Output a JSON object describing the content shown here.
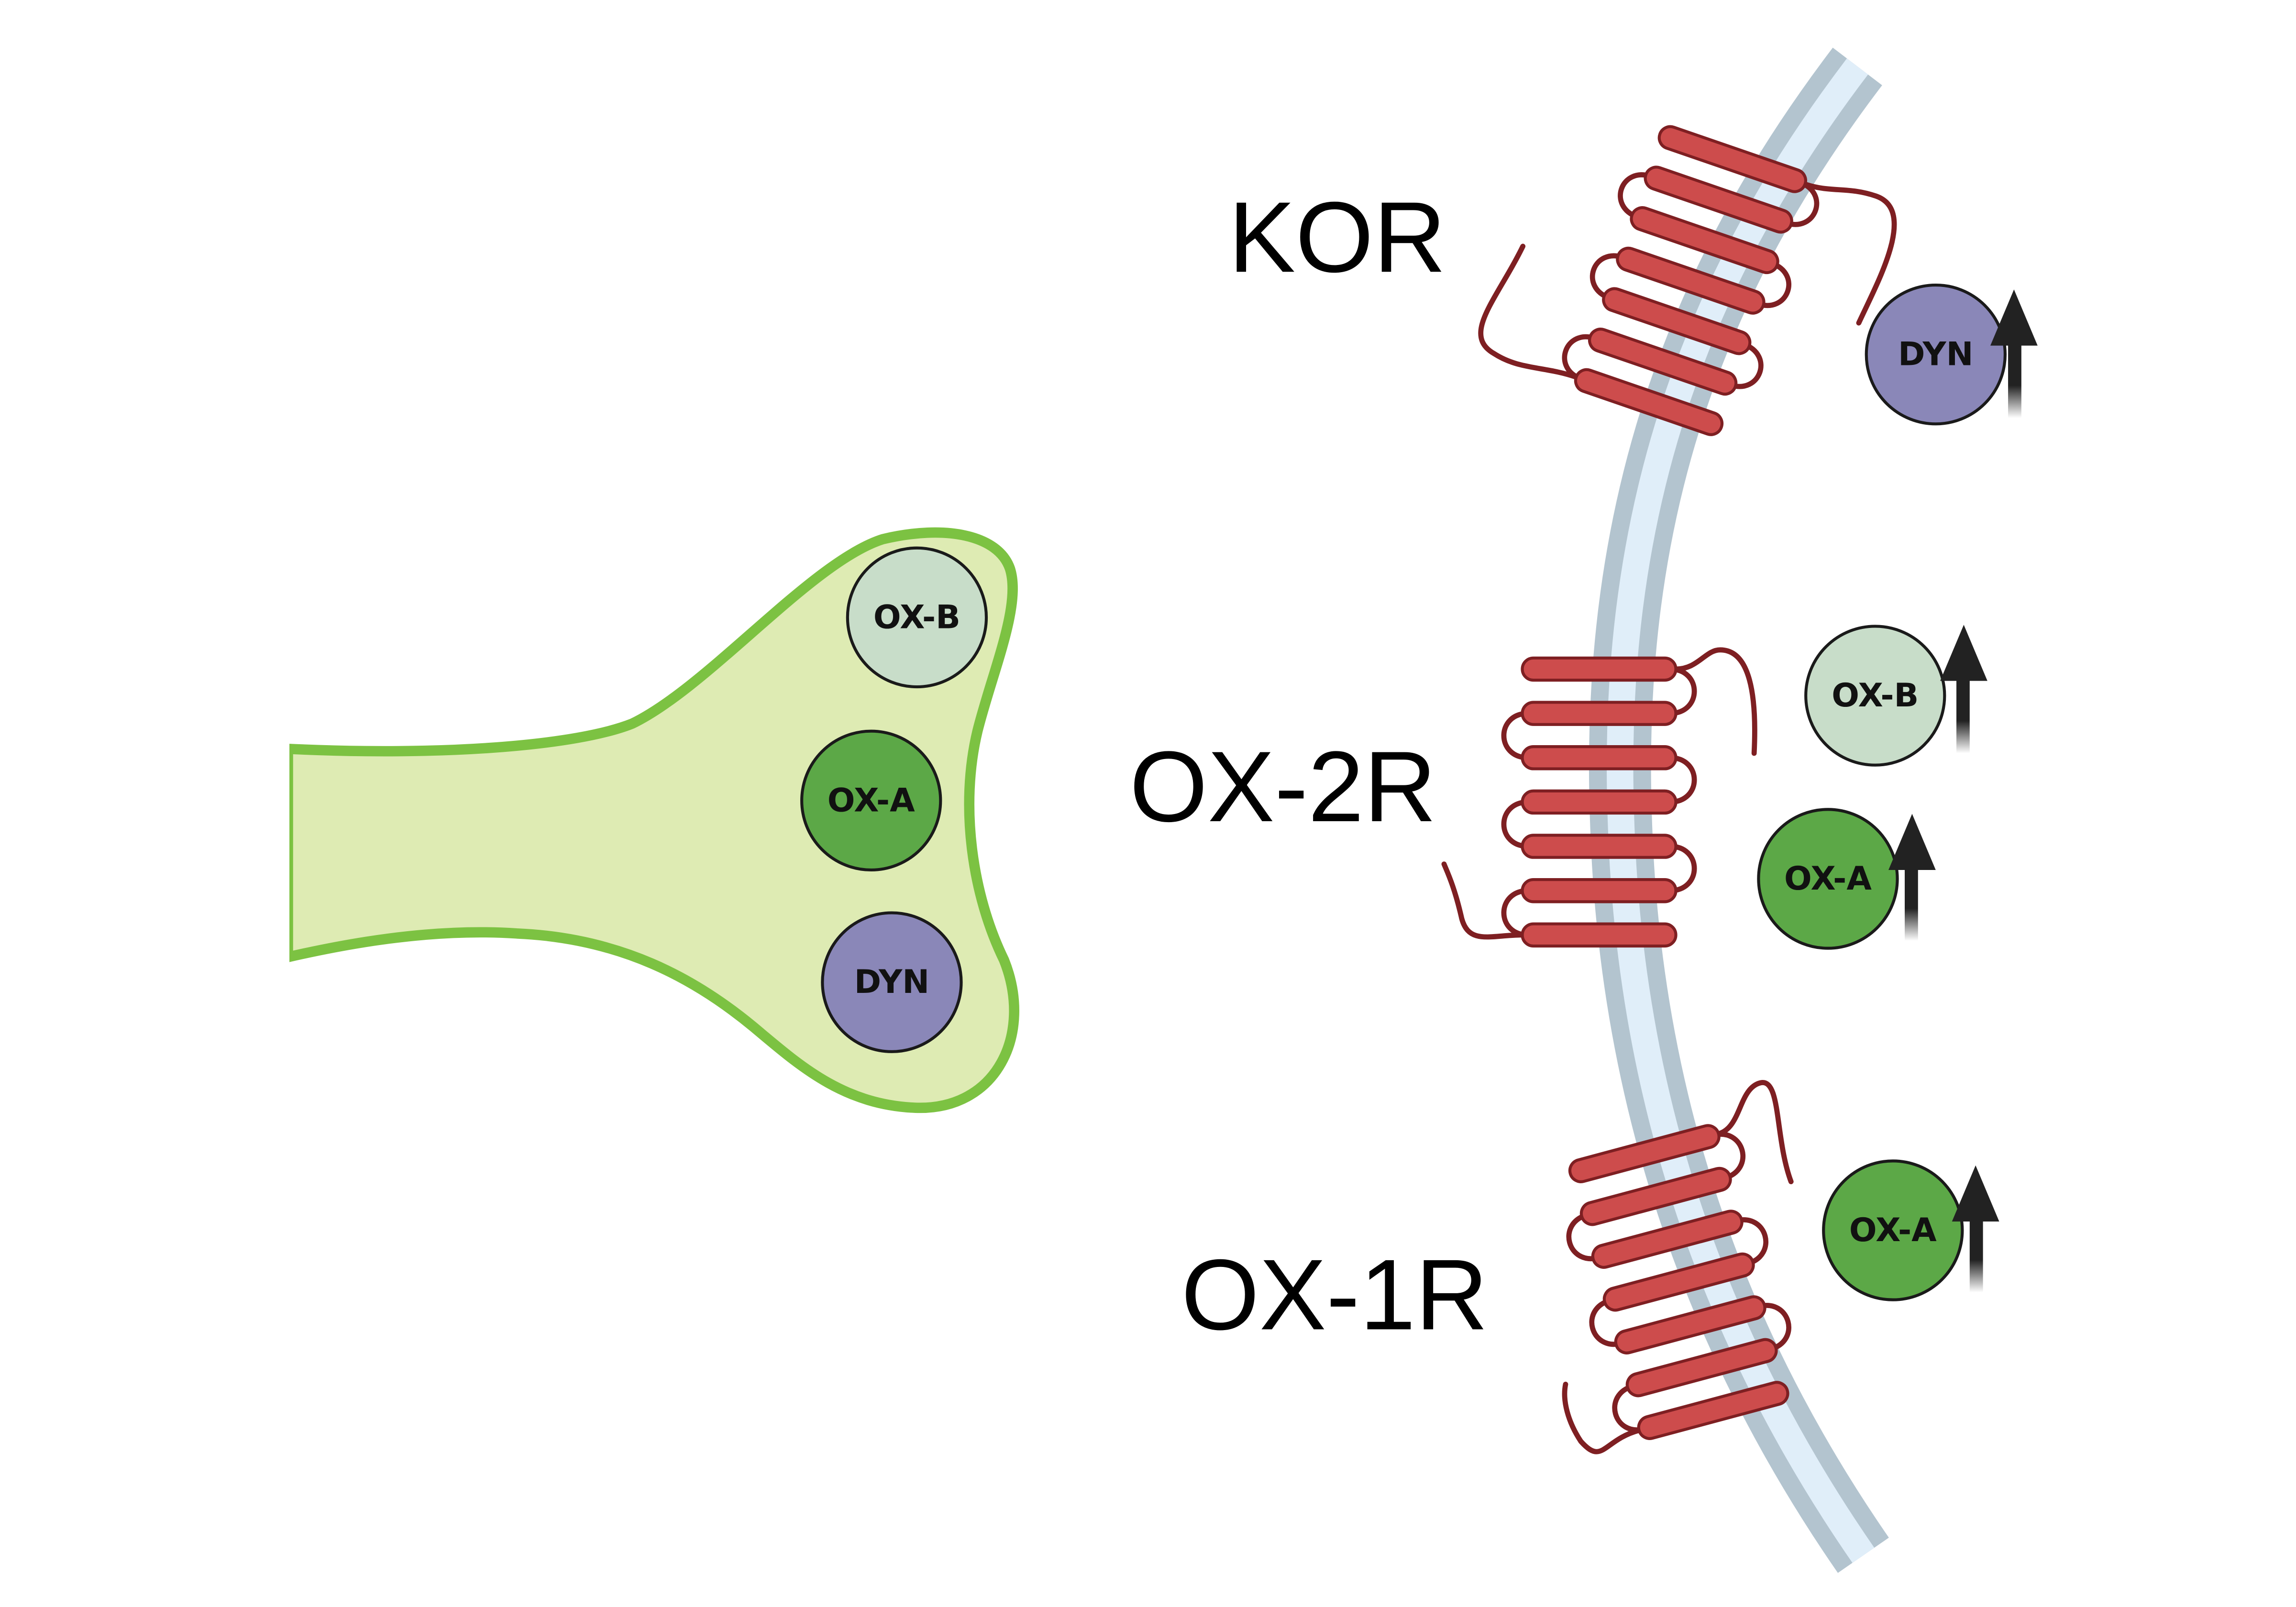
{
  "receptors": {
    "kor": "KOR",
    "ox2r": "OX-2R",
    "ox1r": "OX-1R"
  },
  "terminal_vesicles": {
    "oxb": "OX-B",
    "oxa": "OX-A",
    "dyn": "DYN"
  },
  "released": {
    "dyn": "DYN",
    "oxb": "OX-B",
    "oxa_1": "OX-A",
    "oxa_2": "OX-A"
  },
  "colors": {
    "terminal_fill": "#deebb3",
    "terminal_stroke": "#7cc242",
    "membrane_outer": "#b3c4cf",
    "membrane_inner": "#e0eef9",
    "helix_fill": "#cd4c4c",
    "helix_stroke": "#7e1f22",
    "oxa": "#5ca847",
    "oxb": "#c8ddc9",
    "dyn": "#8a87b8",
    "arrow": "#222222"
  }
}
